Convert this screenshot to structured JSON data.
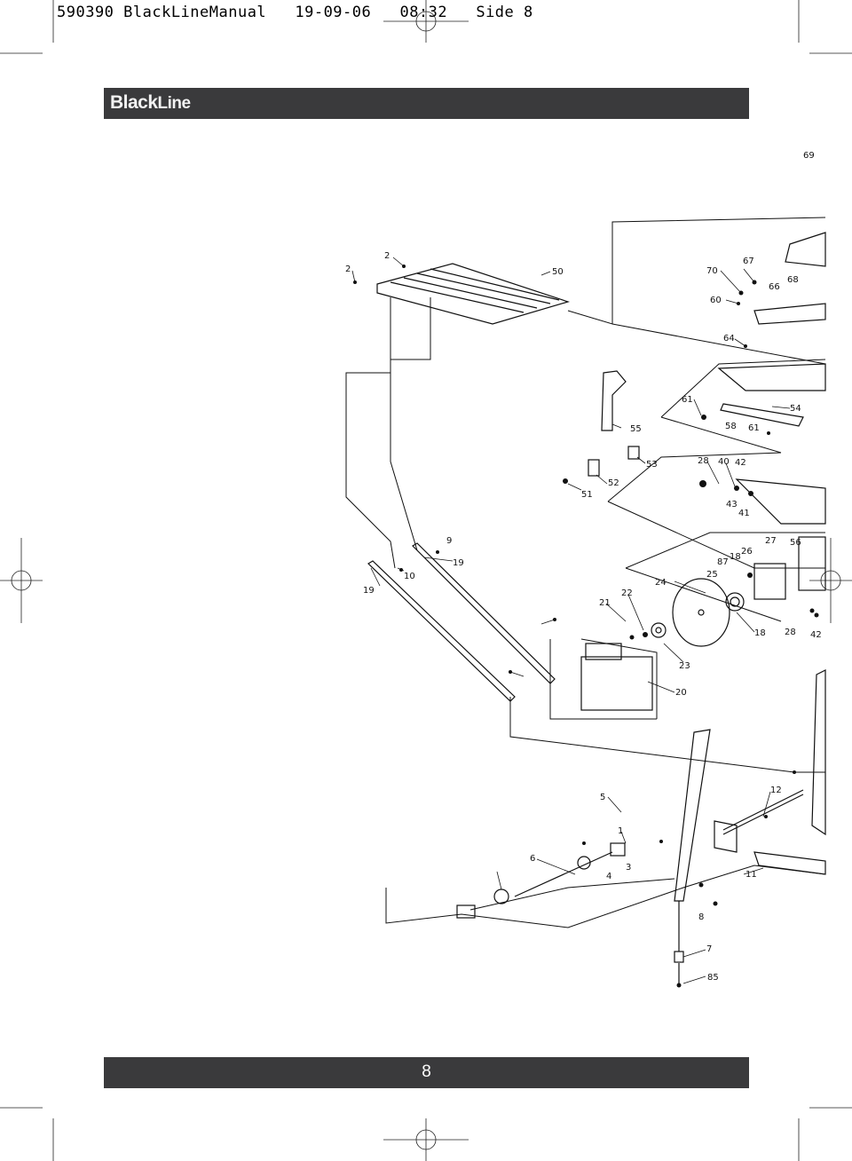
{
  "slug_line": "590390 BlackLineManual   19-09-06   08:32   Side 8",
  "brand": {
    "logo_first": "Black",
    "logo_second": "Line"
  },
  "page_number": "8",
  "diagram": {
    "part_labels": [
      {
        "id": "2",
        "text": "2"
      },
      {
        "id": "2b",
        "text": "2"
      },
      {
        "id": "50",
        "text": "50"
      },
      {
        "id": "69",
        "text": "69"
      },
      {
        "id": "70",
        "text": "70"
      },
      {
        "id": "67",
        "text": "67"
      },
      {
        "id": "66",
        "text": "66"
      },
      {
        "id": "68",
        "text": "68"
      },
      {
        "id": "60",
        "text": "60"
      },
      {
        "id": "64",
        "text": "64"
      },
      {
        "id": "61",
        "text": "61"
      },
      {
        "id": "54",
        "text": "54"
      },
      {
        "id": "58",
        "text": "58"
      },
      {
        "id": "61b",
        "text": "61"
      },
      {
        "id": "55",
        "text": "55"
      },
      {
        "id": "53",
        "text": "53"
      },
      {
        "id": "52",
        "text": "52"
      },
      {
        "id": "51",
        "text": "51"
      },
      {
        "id": "28",
        "text": "28"
      },
      {
        "id": "40",
        "text": "40"
      },
      {
        "id": "42",
        "text": "42"
      },
      {
        "id": "43",
        "text": "43"
      },
      {
        "id": "41",
        "text": "41"
      },
      {
        "id": "27",
        "text": "27"
      },
      {
        "id": "56",
        "text": "56"
      },
      {
        "id": "87",
        "text": "87"
      },
      {
        "id": "18",
        "text": "18"
      },
      {
        "id": "26",
        "text": "26"
      },
      {
        "id": "25",
        "text": "25"
      },
      {
        "id": "24",
        "text": "24"
      },
      {
        "id": "9",
        "text": "9"
      },
      {
        "id": "19",
        "text": "19"
      },
      {
        "id": "10",
        "text": "10"
      },
      {
        "id": "19b",
        "text": "19"
      },
      {
        "id": "21",
        "text": "21"
      },
      {
        "id": "22",
        "text": "22"
      },
      {
        "id": "23",
        "text": "23"
      },
      {
        "id": "20",
        "text": "20"
      },
      {
        "id": "18b",
        "text": "18"
      },
      {
        "id": "28b",
        "text": "28"
      },
      {
        "id": "42b",
        "text": "42"
      },
      {
        "id": "12",
        "text": "12"
      },
      {
        "id": "5",
        "text": "5"
      },
      {
        "id": "1",
        "text": "1"
      },
      {
        "id": "3",
        "text": "3"
      },
      {
        "id": "4",
        "text": "4"
      },
      {
        "id": "6",
        "text": "6"
      },
      {
        "id": "11",
        "text": "11"
      },
      {
        "id": "8",
        "text": "8"
      },
      {
        "id": "7",
        "text": "7"
      },
      {
        "id": "85",
        "text": "85"
      }
    ]
  },
  "colors": {
    "bar": "#3a3a3c",
    "ink": "#111111"
  }
}
